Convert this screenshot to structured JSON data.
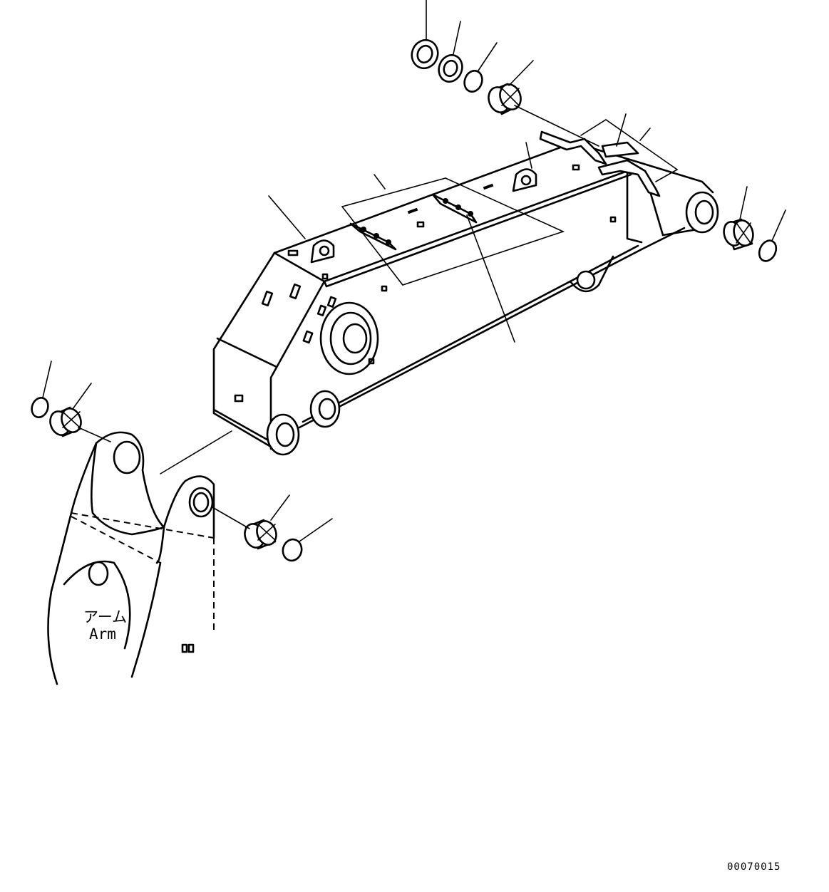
{
  "drawing": {
    "arm_label_jp": "アーム",
    "arm_label_en": "Arm",
    "drawing_number": "00070015"
  }
}
